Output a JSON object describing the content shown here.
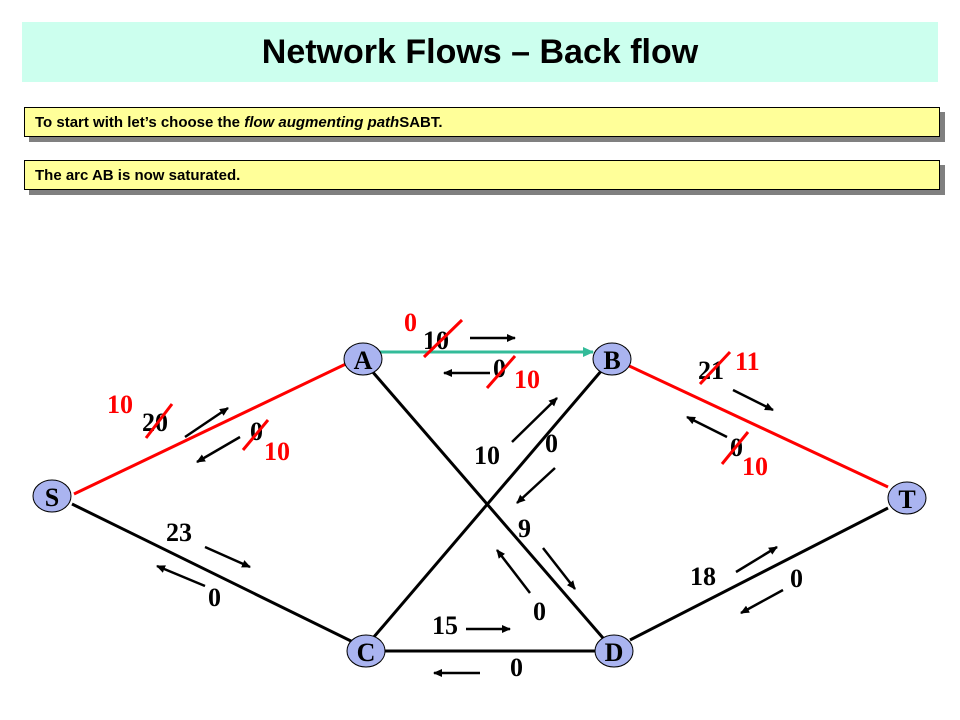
{
  "slide": {
    "title": "Network Flows – Back flow",
    "note1": {
      "before": "To start with let’s choose the ",
      "em": "flow augmenting path",
      "after": " SABT."
    },
    "note2": "The arc AB is now saturated."
  },
  "colors": {
    "title_bg": "#ccffee",
    "note_bg": "#ffff99",
    "node_fill": "#aab4f0",
    "path": "#ff0000",
    "saturated_arc": "#33bb99",
    "strike": "#ff0000"
  },
  "nodes": {
    "S": "S",
    "A": "A",
    "B": "B",
    "C": "C",
    "D": "D",
    "T": "T"
  },
  "labels": {
    "sa_fwd_old": "20",
    "sa_fwd_new": "10",
    "sa_back_old": "0",
    "sa_back_new": "10",
    "ab_fwd_old": "10",
    "ab_fwd_new": "0",
    "ab_back_old": "0",
    "ab_back_new": "10",
    "bt_fwd_old": "21",
    "bt_fwd_new": "11",
    "bt_back_old": "0",
    "bt_back_new": "10",
    "sc_fwd": "23",
    "sc_back": "0",
    "cb_fwd": "10",
    "cb_back": "0",
    "ad_fwd": "9",
    "ad_back": "0",
    "cd_fwd": "15",
    "cd_back": "0",
    "dt_fwd": "18",
    "dt_back": "0"
  }
}
